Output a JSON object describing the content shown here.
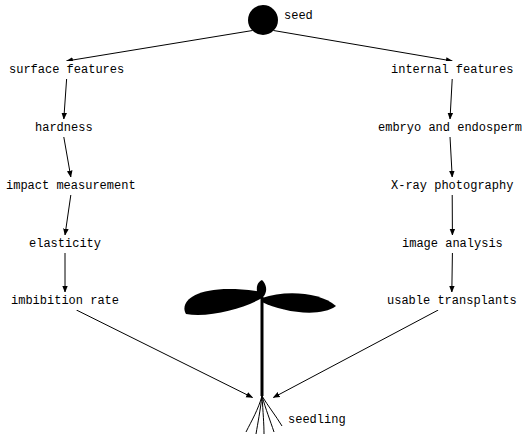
{
  "diagram": {
    "nodes": [
      {
        "text": [
          "seed"
        ]
      },
      {
        "text": [
          "surface features"
        ]
      },
      {
        "text": [
          "hardness"
        ]
      },
      {
        "text": [
          "impact measurement"
        ]
      },
      {
        "text": [
          "elasticity"
        ]
      },
      {
        "text": [
          "imbibition rate"
        ]
      },
      {
        "text": [
          "internal features"
        ]
      },
      {
        "text": [
          "embryo and endosperm"
        ]
      },
      {
        "text": [
          "X-ray photography"
        ]
      },
      {
        "text": [
          "image analysis"
        ]
      },
      {
        "text": [
          "usable transplants"
        ]
      },
      {
        "text": [
          "seedling"
        ]
      }
    ],
    "edges": [
      {
        "from": 0,
        "to": 1,
        "arrow": "to"
      },
      {
        "from": 1,
        "to": 2,
        "arrow": "to"
      },
      {
        "from": 2,
        "to": 3,
        "arrow": "to"
      },
      {
        "from": 3,
        "to": 4,
        "arrow": "to"
      },
      {
        "from": 4,
        "to": 5,
        "arrow": "to"
      },
      {
        "from": 5,
        "to": 11,
        "arrow": "to"
      },
      {
        "from": 0,
        "to": 6,
        "arrow": "to"
      },
      {
        "from": 6,
        "to": 7,
        "arrow": "to"
      },
      {
        "from": 7,
        "to": 8,
        "arrow": "to"
      },
      {
        "from": 8,
        "to": 9,
        "arrow": "to"
      },
      {
        "from": 9,
        "to": 10,
        "arrow": "to"
      },
      {
        "from": 10,
        "to": 11,
        "arrow": "to"
      }
    ]
  }
}
